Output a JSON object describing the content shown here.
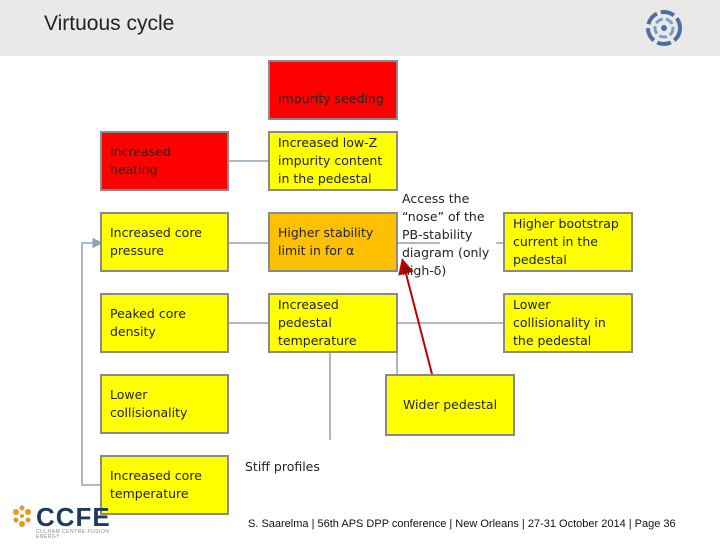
{
  "slide": {
    "title": "Virtuous cycle",
    "footer": "S. Saarelma | 56th APS DPP conference | New Orleans | 27-31 October 2014 | Page 36"
  },
  "logos": {
    "top_right": "fusion-ring-logo",
    "bottom_left_text": "CCFE",
    "bottom_left_subtext": "CULHAM CENTRE FUSION ENERGY"
  },
  "colors": {
    "box_yellow": "#ffff00",
    "box_red": "#ff0000",
    "box_orange": "#ffc000",
    "arrow_red": "#c00000",
    "connector": "#8ea2b8"
  },
  "boxes": {
    "impurity_seeding": "Impurity seeding",
    "increased_heating": "Increased heating",
    "lowz_content": "Increased low-Z impurity content in the pedestal",
    "core_pressure": "Increased core pressure",
    "higher_stability": "Higher stability limit in for α",
    "bootstrap": "Higher bootstrap current in the pedestal",
    "peaked_density": "Peaked core density",
    "ped_temperature": "Increased pedestal temperature",
    "lower_coll_ped": "Lower collisionality in the pedestal",
    "lower_coll": "Lower collisionality",
    "core_temperature": "Increased core temperature",
    "wider_pedestal": "Wider pedestal"
  },
  "labels": {
    "access_nose": "Access the “nose” of the PB-stability diagram (only high-δ)",
    "stiff_profiles": "Stiff profiles"
  }
}
